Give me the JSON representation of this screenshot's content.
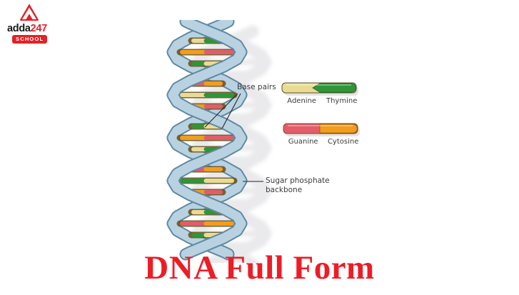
{
  "logo": {
    "brand": "adda",
    "number": "247",
    "school_label": "SCHOOL",
    "brand_red": "#e32126"
  },
  "diagram": {
    "base_pairs_label": "Base pairs",
    "sugar_phosphate_label_line1": "Sugar phosphate",
    "sugar_phosphate_label_line2": "backbone",
    "colors": {
      "adenine": "#e9db94",
      "thymine": "#2f9638",
      "guanine": "#e15d6a",
      "cytosine": "#f29d1e",
      "ribbon": "#b9d2e2",
      "ribbon_outline": "#5f8aa2"
    },
    "legend": [
      {
        "left": "Adenine",
        "right": "Thymine"
      },
      {
        "left": "Guanine",
        "right": "Cytosine"
      }
    ]
  },
  "title": {
    "text": "DNA Full Form",
    "color": "#ee1c25"
  }
}
